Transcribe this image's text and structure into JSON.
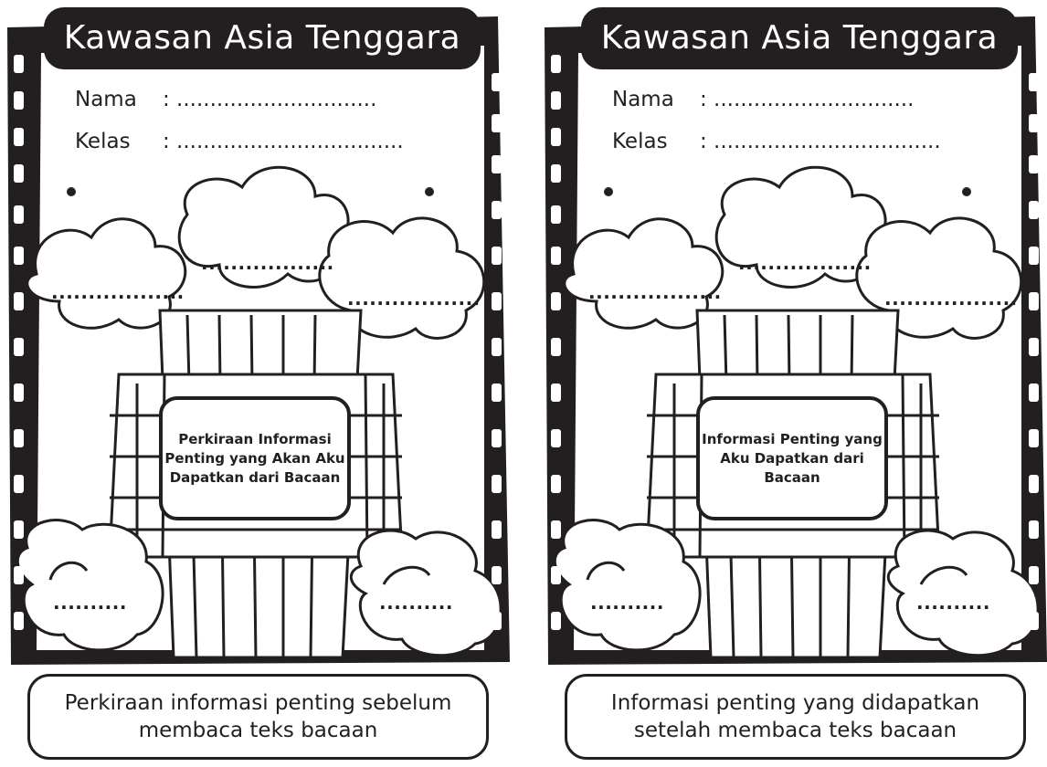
{
  "cards": [
    {
      "title": "Kawasan Asia Tenggara",
      "name_label": "Nama",
      "name_value": ": ..............................",
      "class_label": "Kelas",
      "class_value": ": ..................................",
      "blank_top": "..................",
      "blank_left": "..................",
      "blank_right": "..................",
      "blank_bottom_left": "..........",
      "blank_bottom_right": "..........",
      "center_text": "Perkiraan Informasi Penting yang Akan Aku Dapatkan dari Bacaan",
      "caption": "Perkiraan informasi penting sebelum membaca teks bacaan"
    },
    {
      "title": "Kawasan Asia Tenggara",
      "name_label": "Nama",
      "name_value": ": ..............................",
      "class_label": "Kelas",
      "class_value": ": ..................................",
      "blank_top": "..................",
      "blank_left": "..................",
      "blank_right": "..................",
      "blank_bottom_left": "..........",
      "blank_bottom_right": "..........",
      "center_text": "Informasi Penting yang Aku Dapatkan dari Bacaan",
      "caption": "Informasi penting yang didapatkan setelah membaca teks bacaan"
    }
  ],
  "colors": {
    "ink": "#231f20",
    "paper": "#ffffff"
  }
}
